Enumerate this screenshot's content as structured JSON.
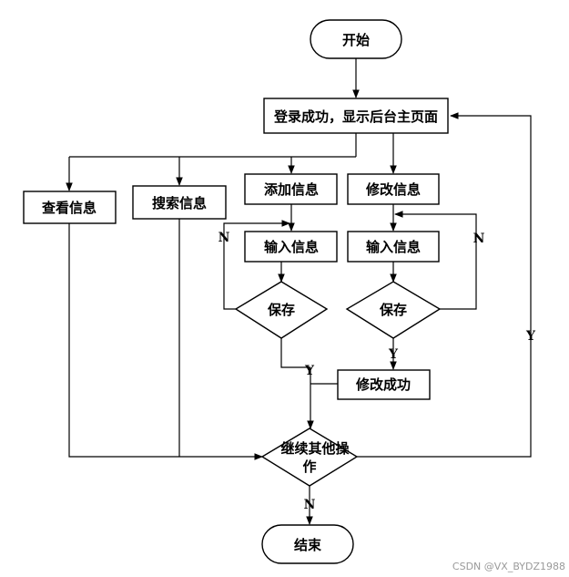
{
  "nodes": {
    "start": "开始",
    "login": "登录成功，显示后台主页面",
    "view": "查看信息",
    "search": "搜索信息",
    "add": "添加信息",
    "modify": "修改信息",
    "input_left": "输入信息",
    "input_right": "输入信息",
    "save_left": "保存",
    "save_right": "保存",
    "modify_ok": "修改成功",
    "continue_line1": "继续其他操",
    "continue_line2": "作",
    "end": "结束"
  },
  "edge_labels": {
    "no_left": "N",
    "no_right": "N",
    "yes_left": "Y",
    "yes_right": "Y",
    "yes_loop": "Y",
    "no_end": "N"
  },
  "watermark": "CSDN @VX_BYDZ1988"
}
